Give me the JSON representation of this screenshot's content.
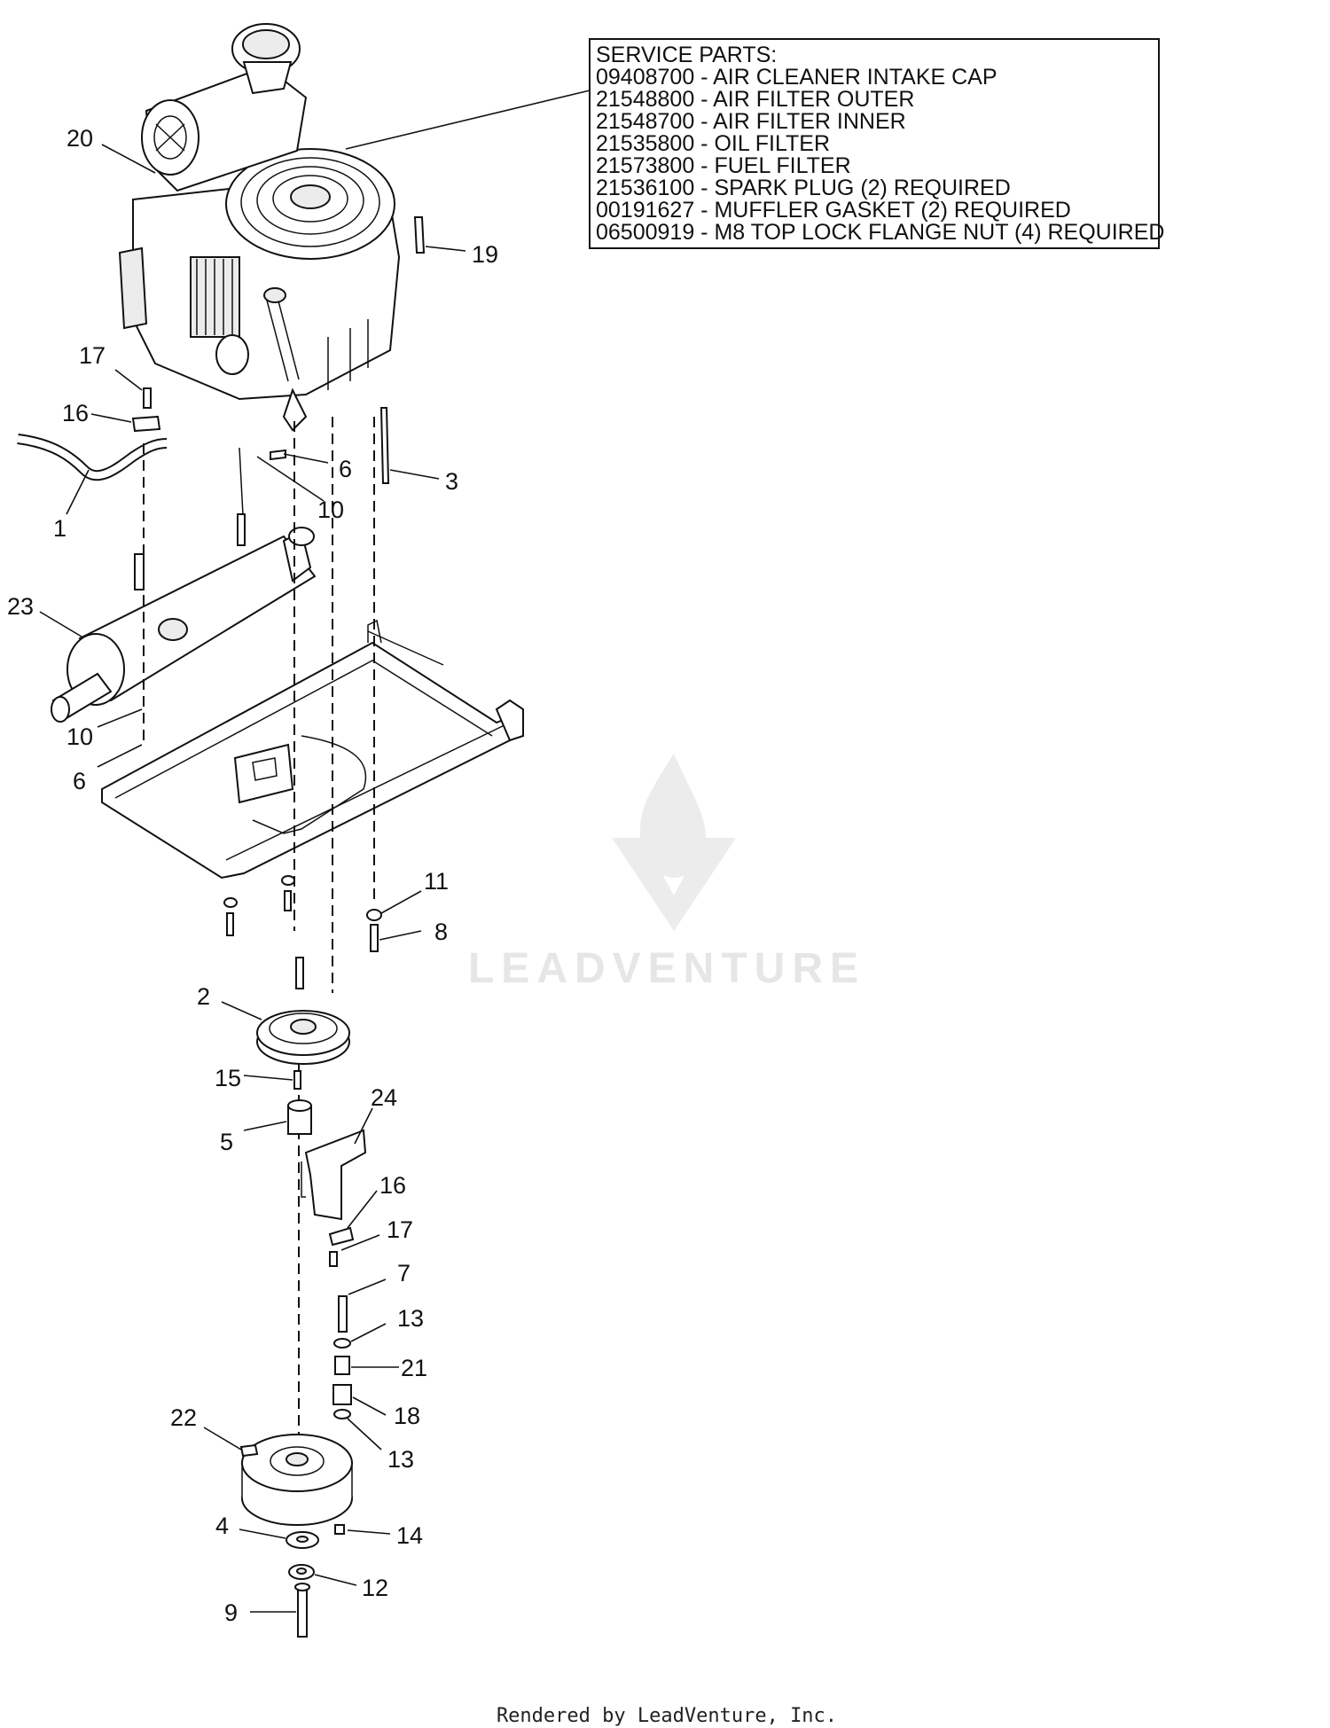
{
  "service_parts": {
    "title": "SERVICE PARTS:",
    "items": [
      "09408700 - AIR CLEANER INTAKE CAP",
      "21548800 - AIR FILTER OUTER",
      "21548700 - AIR FILTER INNER",
      "21535800 - OIL FILTER",
      "21573800 - FUEL FILTER",
      "21536100 - SPARK PLUG (2) REQUIRED",
      "00191627 - MUFFLER GASKET (2) REQUIRED",
      "06500919 - M8 TOP LOCK FLANGE NUT (4) REQUIRED"
    ]
  },
  "callouts": {
    "c20": "20",
    "c19": "19",
    "c17a": "17",
    "c16a": "16",
    "c6a": "6",
    "c3": "3",
    "c10a": "10",
    "c1": "1",
    "c23": "23",
    "c10b": "10",
    "c6b": "6",
    "c11": "11",
    "c8": "8",
    "c2": "2",
    "c15": "15",
    "c5": "5",
    "c24": "24",
    "c16b": "16",
    "c17b": "17",
    "c7": "7",
    "c13a": "13",
    "c21": "21",
    "c18": "18",
    "c22": "22",
    "c13b": "13",
    "c4": "4",
    "c14": "14",
    "c12": "12",
    "c9": "9"
  },
  "watermark": "LEADVENTURE",
  "footer": "Rendered by LeadVenture, Inc.",
  "colors": {
    "line": "#111111",
    "watermark": "#e6e6e6",
    "background": "#ffffff"
  }
}
